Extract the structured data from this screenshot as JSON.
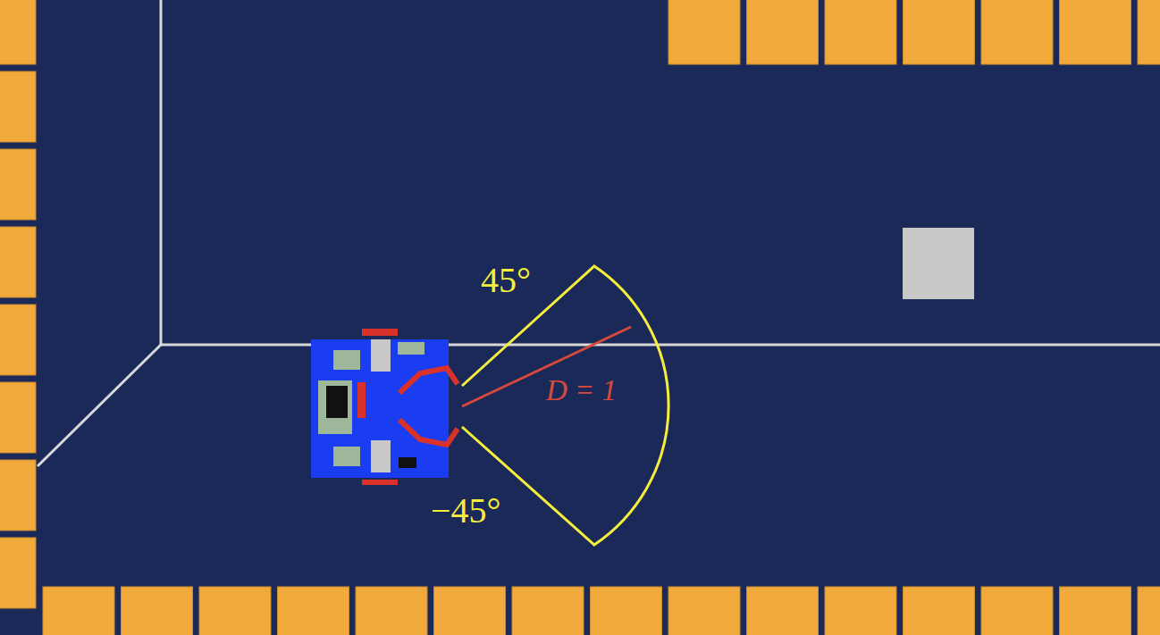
{
  "diagram": {
    "labels": [
      "45°",
      "−45°",
      "D = 1"
    ]
  }
}
